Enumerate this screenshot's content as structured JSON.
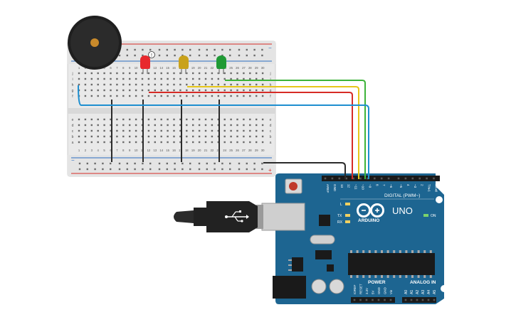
{
  "board": {
    "logo_text": "ARDUINO",
    "model_text": "UNO",
    "digital_header": "DIGITAL (PWM~)",
    "power_header": "POWER",
    "analog_header": "ANALOG IN",
    "on_label": "ON",
    "l_label": "L",
    "tx_label": "TX",
    "rx_label": "RX",
    "top_pins": [
      "AREF",
      "GND",
      "13",
      "12",
      "~11",
      "~10",
      "~9",
      "8",
      "7",
      "~6",
      "~5",
      "4",
      "~3",
      "2",
      "TX▸1",
      "RX◂0"
    ],
    "power_pins": [
      "IOREF",
      "RESET",
      "3.3V",
      "5V",
      "GND",
      "GND",
      "Vin"
    ],
    "analog_pins": [
      "A0",
      "A1",
      "A2",
      "A3",
      "A4",
      "A5"
    ]
  },
  "breadboard": {
    "column_numbers": [
      "1",
      "2",
      "3",
      "4",
      "5",
      "6",
      "7",
      "8",
      "9",
      "10",
      "11",
      "12",
      "13",
      "14",
      "15",
      "16",
      "17",
      "18",
      "19",
      "20",
      "21",
      "22",
      "23",
      "24",
      "25",
      "26",
      "27",
      "28",
      "29",
      "30"
    ],
    "row_letters_top": [
      "j",
      "i",
      "h",
      "g",
      "f"
    ],
    "row_letters_bottom": [
      "e",
      "d",
      "c",
      "b",
      "a"
    ],
    "rail_plus": "+",
    "rail_minus": "−"
  },
  "leds": [
    {
      "color": "#e8282d",
      "name": "red"
    },
    {
      "color": "#c9a21b",
      "name": "yellow"
    },
    {
      "color": "#1f9a35",
      "name": "green"
    }
  ],
  "wire_colors": {
    "black": "#2b2b2b",
    "red": "#d62b26",
    "yellow": "#e6c619",
    "green": "#3db33a",
    "blue": "#1e8fd0"
  },
  "colors": {
    "board_blue": "#1d6591",
    "breadboard": "#e9e9e9",
    "rail_red": "#d62b26",
    "rail_blue": "#2a6cc0"
  },
  "labels": {
    "warning_badge": "!"
  }
}
